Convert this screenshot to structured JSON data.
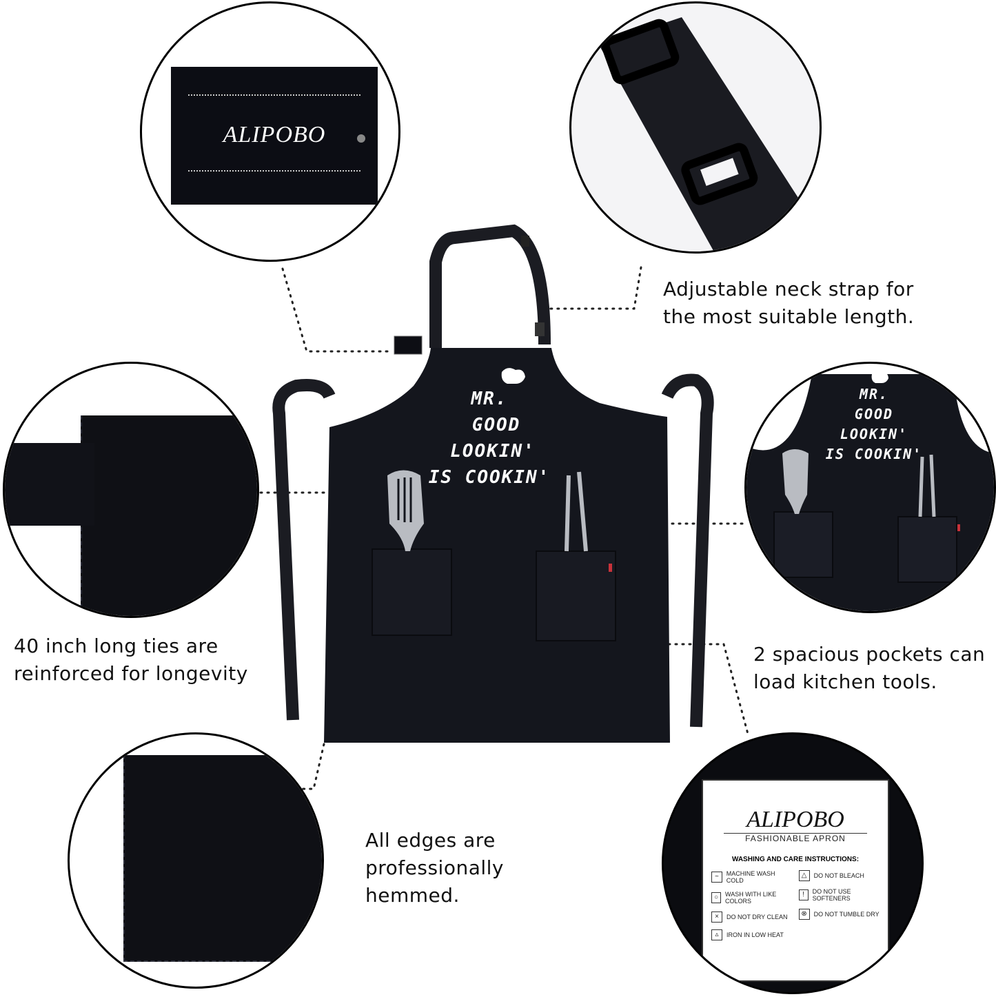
{
  "captions": {
    "neck_strap": [
      "Adjustable neck strap for",
      "the most suitable length."
    ],
    "ties": [
      "40 inch long ties are",
      "reinforced for longevity"
    ],
    "pockets": [
      "2 spacious pockets can",
      "load kitchen tools."
    ],
    "edges": [
      "All edges are",
      "professionally",
      "hemmed."
    ]
  },
  "apron_print": [
    "MR.",
    "GOOD",
    "LOOKIN'",
    "IS COOKIN'"
  ],
  "brand_tag": "ALIPOBO",
  "care_label": {
    "brand": "ALIPOBO",
    "subtitle": "FASHIONABLE APRON",
    "heading": "WASHING AND CARE INSTRUCTIONS:",
    "left_items": [
      "MACHINE WASH COLD",
      "WASH WITH LIKE COLORS",
      "DO NOT DRY CLEAN",
      "IRON IN LOW HEAT"
    ],
    "right_items": [
      "DO NOT BLEACH",
      "DO NOT USE SOFTENERS",
      "DO NOT TUMBLE DRY"
    ]
  },
  "colors": {
    "apron": "#14161d",
    "fabric_dark": "#0b0c10",
    "strap": "#1b1c22",
    "white": "#ffffff"
  }
}
